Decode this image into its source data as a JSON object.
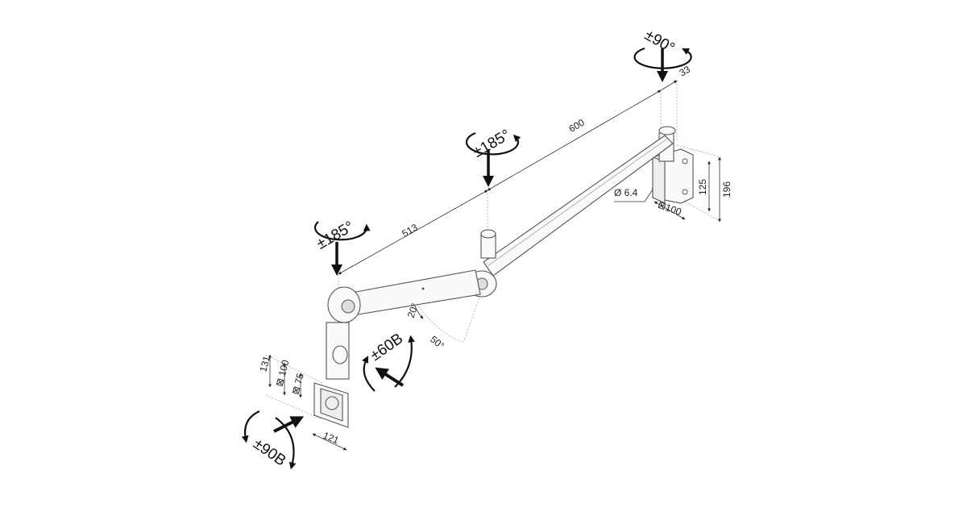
{
  "title": "Monitor arm dimension drawing",
  "labels": {
    "wall_rotation": "±90°",
    "offset_33": "33",
    "upper_arm_length": "600",
    "mid_rotation": "±185°",
    "lower_arm_length": "513",
    "head_rotation": "±185°",
    "hole_diameter": "Ø 6.4",
    "wall_plate_width": "⊠100",
    "wall_hole_spacing": "125",
    "wall_plate_height": "196",
    "angle_20": "20°",
    "angle_50": "50°",
    "tilt": "±60B",
    "vesa_height": "131",
    "vesa_100": "⊠ 100",
    "vesa_75": "⊠ 75",
    "vesa_width": "121",
    "swivel": "±90B"
  }
}
